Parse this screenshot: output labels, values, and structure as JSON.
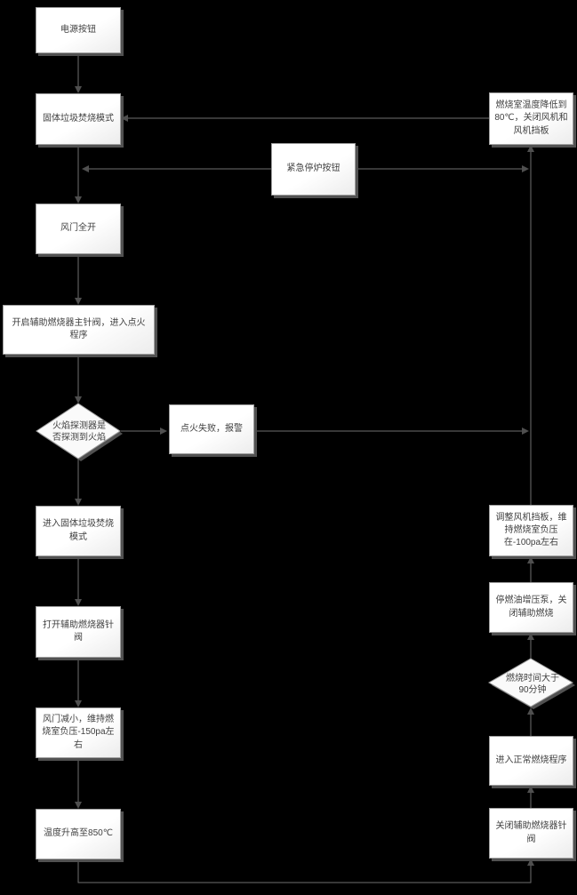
{
  "colors": {
    "background": "#000000",
    "node_fill": "#ffffff",
    "node_border": "#9e9e9e",
    "node_shadow": "#515151",
    "connector": "#6f6f6f",
    "text": "#404040"
  },
  "nodes": {
    "power_button": "电源按钮",
    "solid_waste_mode": "固体垃圾焚烧模式",
    "damper_full_open": "风门全开",
    "open_main_needle_valve": "开启辅助燃烧器主针阀，进入点火程序",
    "flame_detected_decision": "火焰探测器是否探测到火焰",
    "ignition_fail_alarm": "点火失败，报警",
    "emergency_stop_button": "紧急停炉按钮",
    "enter_solid_waste_mode": "进入固体垃圾焚烧模式",
    "open_needle_valve": "打开辅助燃烧器针阀",
    "damper_reduce": "风门减小，维持燃烧室负压-150pa左右",
    "temp_rise_850": "温度升高至850℃",
    "temp_drop_80": "燃烧室温度降低到80℃，关闭风机和风机挡板",
    "adjust_fan_damper": "调整风机挡板，维持燃烧室负压在-100pa左右",
    "stop_fuel_pump": "停燃油增压泵，关闭辅助燃烧",
    "burn_time_decision": "燃烧时间大于90分钟",
    "normal_burn_program": "进入正常燃烧程序",
    "close_needle_valve": "关闭辅助燃烧器针阀"
  },
  "edges": [
    {
      "from": "power_button",
      "to": "solid_waste_mode"
    },
    {
      "from": "solid_waste_mode",
      "to": "damper_full_open"
    },
    {
      "from": "damper_full_open",
      "to": "open_main_needle_valve"
    },
    {
      "from": "open_main_needle_valve",
      "to": "flame_detected_decision"
    },
    {
      "from": "flame_detected_decision",
      "to": "ignition_fail_alarm"
    },
    {
      "from": "flame_detected_decision",
      "to": "enter_solid_waste_mode"
    },
    {
      "from": "enter_solid_waste_mode",
      "to": "open_needle_valve"
    },
    {
      "from": "open_needle_valve",
      "to": "damper_reduce"
    },
    {
      "from": "damper_reduce",
      "to": "temp_rise_850"
    },
    {
      "from": "temp_rise_850",
      "to": "close_needle_valve"
    },
    {
      "from": "close_needle_valve",
      "to": "normal_burn_program"
    },
    {
      "from": "normal_burn_program",
      "to": "burn_time_decision"
    },
    {
      "from": "burn_time_decision",
      "to": "stop_fuel_pump"
    },
    {
      "from": "stop_fuel_pump",
      "to": "adjust_fan_damper"
    },
    {
      "from": "adjust_fan_damper",
      "to": "temp_drop_80"
    },
    {
      "from": "temp_drop_80",
      "to": "solid_waste_mode"
    },
    {
      "from": "emergency_stop_button",
      "to": "damper_full_open_line"
    },
    {
      "from": "emergency_stop_button",
      "to": "temp_drop_80_line"
    },
    {
      "from": "ignition_fail_alarm",
      "to": "temp_drop_80_line"
    }
  ]
}
